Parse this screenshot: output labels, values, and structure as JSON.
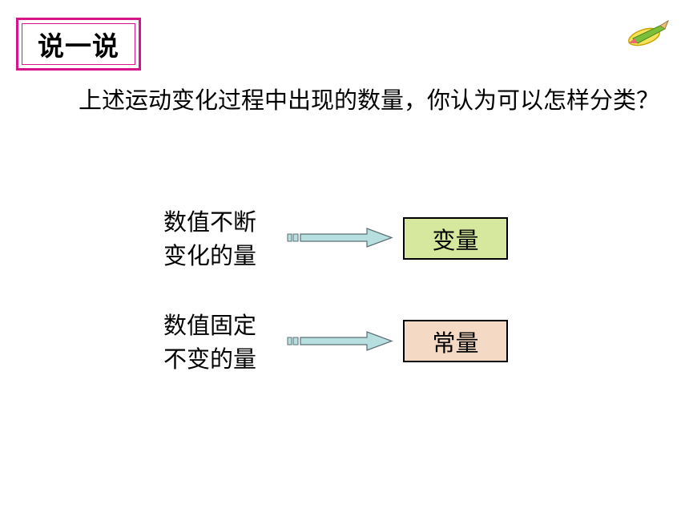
{
  "title": "说一说",
  "question": "上述运动变化过程中出现的数量，你认为可以怎样分类？",
  "rows": [
    {
      "description_line1": "数值不断",
      "description_line2": "变化的量",
      "category": "变量"
    },
    {
      "description_line1": "数值固定",
      "description_line2": "不变的量",
      "category": "常量"
    }
  ],
  "colors": {
    "title_border": "#d6158d",
    "variable_box": "#d5e89d",
    "constant_box": "#f4d9c4",
    "arrow_fill": "#b7dfe0"
  }
}
